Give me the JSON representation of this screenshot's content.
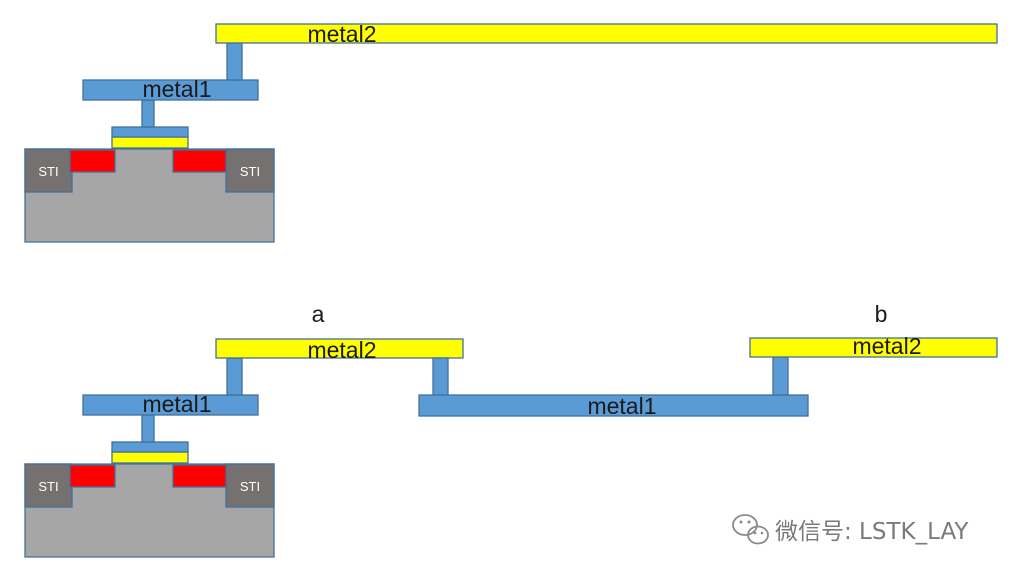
{
  "colors": {
    "metal": "#5b9bd5",
    "metal_stroke": "#41719c",
    "metal2_fill": "#ffff00",
    "metal2_stroke": "#41719c",
    "substrate": "#a6a6a6",
    "sti": "#767171",
    "source_drain": "#ff0000",
    "gate_oxide": "#ffff00",
    "watermark": "#7a7a7a"
  },
  "top_structure": {
    "metal2_label": "metal2",
    "metal1_label": "metal1",
    "sti_left_label": "STI",
    "sti_right_label": "STI"
  },
  "bottom_structure": {
    "node_a_label": "a",
    "node_b_label": "b",
    "metal2_a_label": "metal2",
    "metal1_device_label": "metal1",
    "metal1_jumper_label": "metal1",
    "metal2_b_label": "metal2",
    "sti_left_label": "STI",
    "sti_right_label": "STI"
  },
  "watermark": {
    "icon": "wechat-icon",
    "text": "微信号: LSTK_LAY"
  }
}
